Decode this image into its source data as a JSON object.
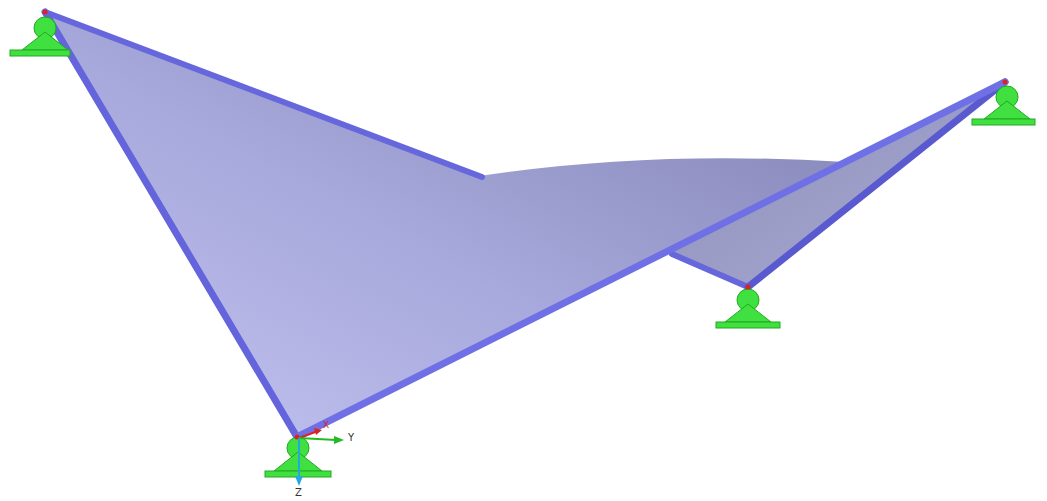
{
  "diagram": {
    "labels": [
      "X",
      "Y",
      "Z"
    ]
  }
}
